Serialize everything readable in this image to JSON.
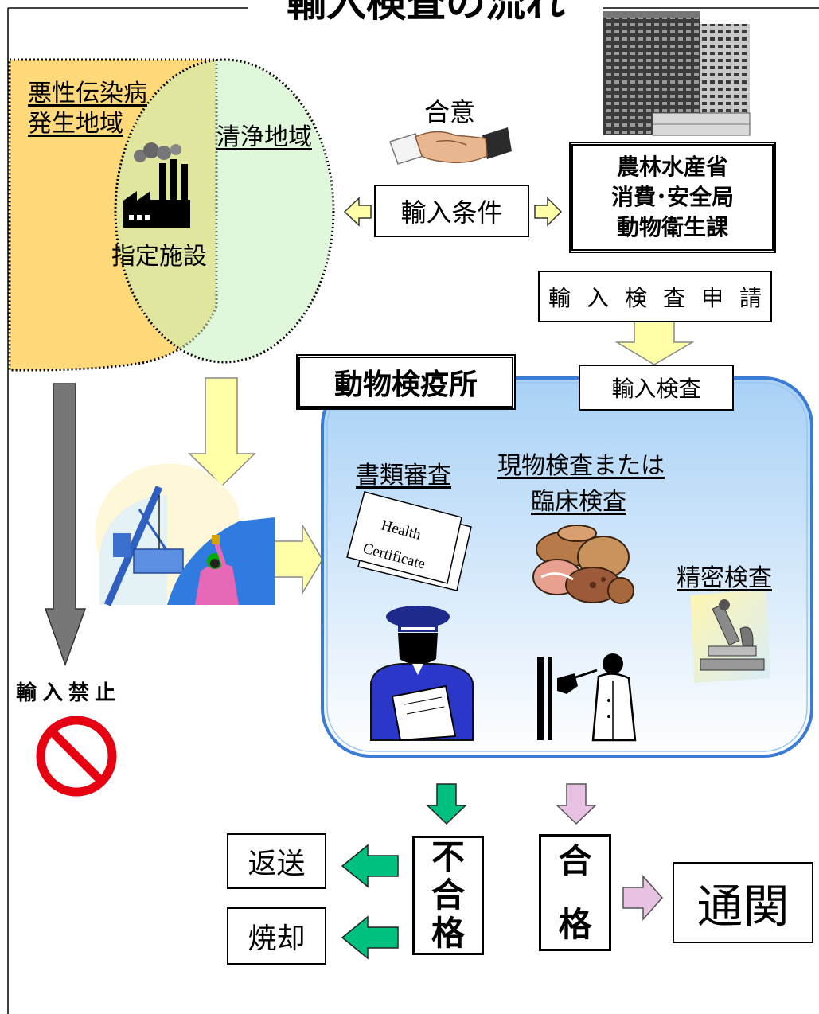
{
  "title": "輸入検査の流れ",
  "regions": {
    "infected_area_line1": "悪性伝染病",
    "infected_area_line2": "発生地域",
    "clean_area": "清浄地域",
    "designated_facility": "指定施設"
  },
  "agreement": "合意",
  "import_conditions": "輸入条件",
  "ministry": {
    "lines": [
      "農林水産省",
      "消費･安全局",
      "動物衛生課"
    ]
  },
  "inspection_application": "輸入検査申請",
  "import_inspection": "輸入検査",
  "quarantine_station": "動物検疫所",
  "panel": {
    "document_review": "書類審査",
    "physical_exam_line1": "現物検査または",
    "physical_exam_line2": "臨床検査",
    "detailed_exam": "精密検査",
    "certificate_line1": "Health",
    "certificate_line2": "Certificate"
  },
  "import_ban": "輸入禁止",
  "results": {
    "fail": "不合格",
    "pass": "合格",
    "return": "返送",
    "incinerate": "焼却",
    "customs_clearance": "通関"
  },
  "icons": [
    "factory-icon",
    "handshake-icon",
    "office-building-icon",
    "ship-icon",
    "health-certificate-icon",
    "meat-icon",
    "microscope-icon",
    "inspector-icon",
    "veterinarian-icon",
    "prohibition-icon"
  ],
  "colors": {
    "infected_area": "#FFD97A",
    "clean_area": "#E4F7D9",
    "panel_border": "#3A7BD5",
    "yellow_arrow": "#FFFFA8",
    "green_arrow": "#00C080",
    "pink_arrow": "#E8C2E2",
    "prohibition_red": "#E60012"
  }
}
